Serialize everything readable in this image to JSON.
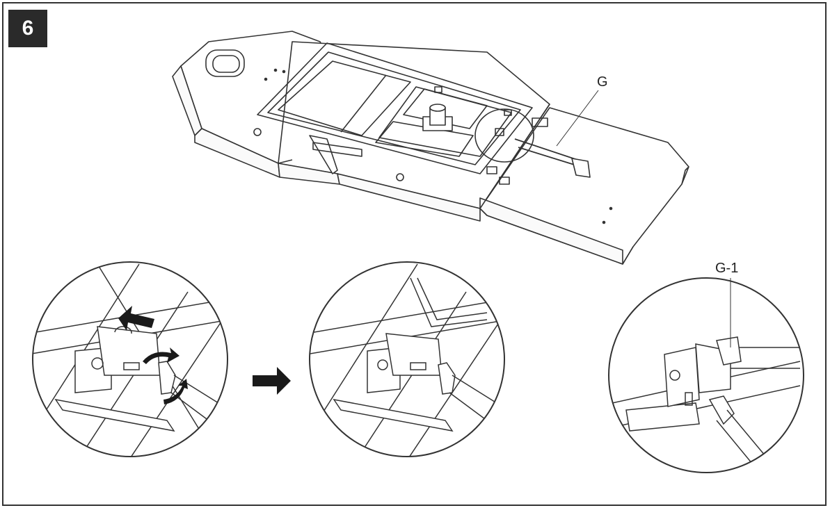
{
  "step": {
    "number": "6"
  },
  "labels": {
    "part_g": "G",
    "part_g1": "G-1"
  },
  "colors": {
    "line": "#333333",
    "arrow": "#1a1a1a",
    "badge": "#2a2a2a"
  }
}
